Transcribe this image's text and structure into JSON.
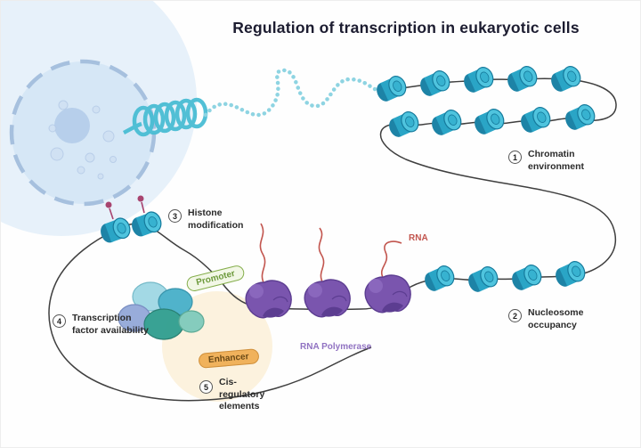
{
  "title": "Regulation of transcription in eukaryotic cells",
  "annotations": {
    "chromatin": {
      "num": "1",
      "label": "Chromatin\nenvironment"
    },
    "nucleosome": {
      "num": "2",
      "label": "Nucleosome\noccupancy"
    },
    "histone": {
      "num": "3",
      "label": "Histone\nmodification"
    },
    "tf": {
      "num": "4",
      "label": "Transcription\nfactor availability"
    },
    "cis": {
      "num": "5",
      "label": "Cis-\nregulatory\nelements"
    }
  },
  "tags": {
    "promoter": "Promoter",
    "enhancer": "Enhancer",
    "rna": "RNA",
    "rna_polymerase": "RNA Polymerase"
  },
  "colors": {
    "nucleosome": "#2aa5c6",
    "nucleosome_light": "#4fc4de",
    "nucleosome_dark": "#1d83a6",
    "polymerase_purple": "#7a55ae",
    "rna_red": "#c2554e",
    "promoter_green": "#85ae4c",
    "enhancer_orange": "#f0b25c",
    "dna_strand": "#3f3f3f",
    "cell_blue": "#d6e7f6"
  }
}
